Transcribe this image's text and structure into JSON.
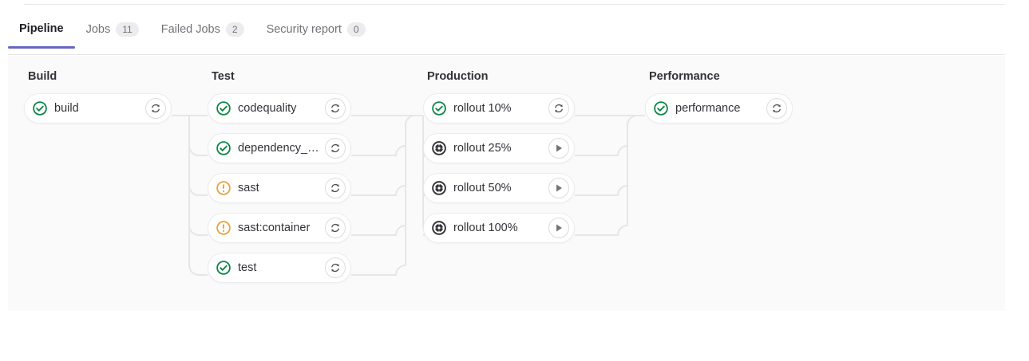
{
  "tabs": [
    {
      "label": "Pipeline",
      "badge": null,
      "active": true
    },
    {
      "label": "Jobs",
      "badge": "11",
      "active": false
    },
    {
      "label": "Failed Jobs",
      "badge": "2",
      "active": false
    },
    {
      "label": "Security report",
      "badge": "0",
      "active": false
    }
  ],
  "colors": {
    "success": "#108548",
    "warning": "#e9a23b",
    "manual": "#333238",
    "accent": "#6666c4",
    "panel_bg": "#fafafa",
    "card_border": "#ececef",
    "link": "#e6e6e6"
  },
  "stages": [
    {
      "name": "Build",
      "jobs": [
        {
          "name": "build",
          "status": "success",
          "status_icon": "status-success-icon",
          "action": "retry",
          "action_icon": "retry-icon"
        }
      ]
    },
    {
      "name": "Test",
      "jobs": [
        {
          "name": "codequality",
          "status": "success",
          "status_icon": "status-success-icon",
          "action": "retry",
          "action_icon": "retry-icon"
        },
        {
          "name": "dependency_s...",
          "status": "success",
          "status_icon": "status-success-icon",
          "action": "retry",
          "action_icon": "retry-icon"
        },
        {
          "name": "sast",
          "status": "warning",
          "status_icon": "status-warning-icon",
          "action": "retry",
          "action_icon": "retry-icon"
        },
        {
          "name": "sast:container",
          "status": "warning",
          "status_icon": "status-warning-icon",
          "action": "retry",
          "action_icon": "retry-icon"
        },
        {
          "name": "test",
          "status": "success",
          "status_icon": "status-success-icon",
          "action": "retry",
          "action_icon": "retry-icon"
        }
      ]
    },
    {
      "name": "Production",
      "jobs": [
        {
          "name": "rollout 10%",
          "status": "success",
          "status_icon": "status-success-icon",
          "action": "retry",
          "action_icon": "retry-icon"
        },
        {
          "name": "rollout 25%",
          "status": "manual",
          "status_icon": "status-manual-icon",
          "action": "play",
          "action_icon": "play-icon"
        },
        {
          "name": "rollout 50%",
          "status": "manual",
          "status_icon": "status-manual-icon",
          "action": "play",
          "action_icon": "play-icon"
        },
        {
          "name": "rollout 100%",
          "status": "manual",
          "status_icon": "status-manual-icon",
          "action": "play",
          "action_icon": "play-icon"
        }
      ]
    },
    {
      "name": "Performance",
      "jobs": [
        {
          "name": "performance",
          "status": "success",
          "status_icon": "status-success-icon",
          "action": "retry",
          "action_icon": "retry-icon"
        }
      ]
    }
  ]
}
